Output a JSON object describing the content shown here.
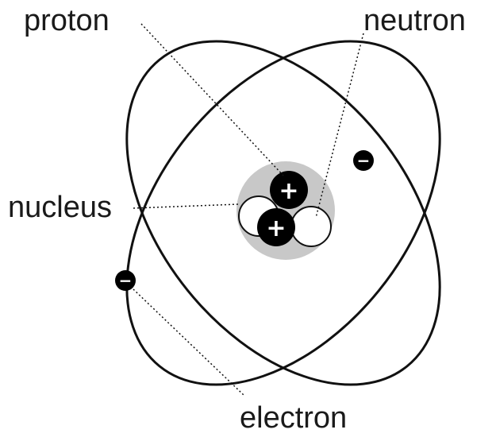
{
  "labels": {
    "proton": "proton",
    "neutron": "neutron",
    "nucleus": "nucleus",
    "electron": "electron"
  },
  "symbols": {
    "proton_charge": "+",
    "electron_charge": "−"
  },
  "colors": {
    "line": "#111111",
    "nucleus_halo": "#c8c8c8",
    "proton_fill": "#000000",
    "neutron_fill": "#ffffff"
  },
  "icons": [
    "proton-icon",
    "neutron-icon",
    "electron-icon"
  ]
}
